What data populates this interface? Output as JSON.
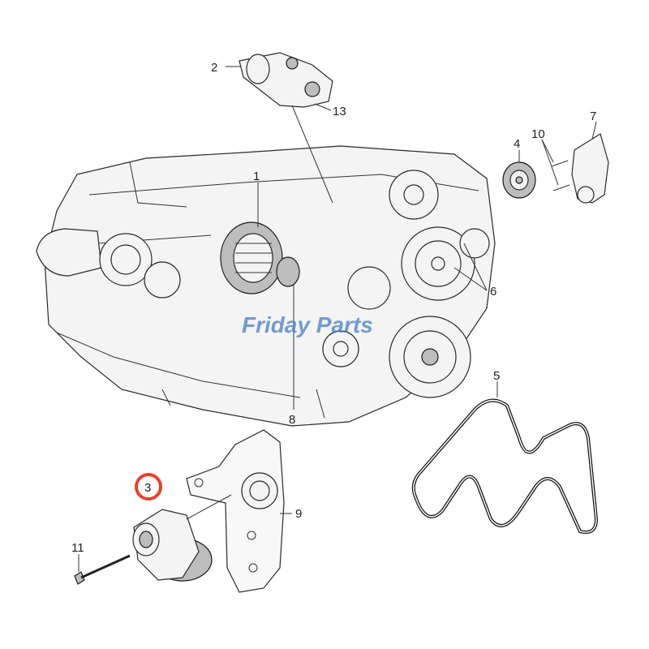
{
  "diagram": {
    "watermark": "Friday Parts",
    "callouts": [
      "1",
      "2",
      "3",
      "4",
      "5",
      "6",
      "7",
      "8",
      "9",
      "10",
      "11",
      "13"
    ],
    "highlighted_callout": "3",
    "colors": {
      "line": "#333333",
      "highlight": "#e8412a",
      "watermark": "#4a7cc4",
      "watermark_accent": "#f0a020"
    }
  }
}
